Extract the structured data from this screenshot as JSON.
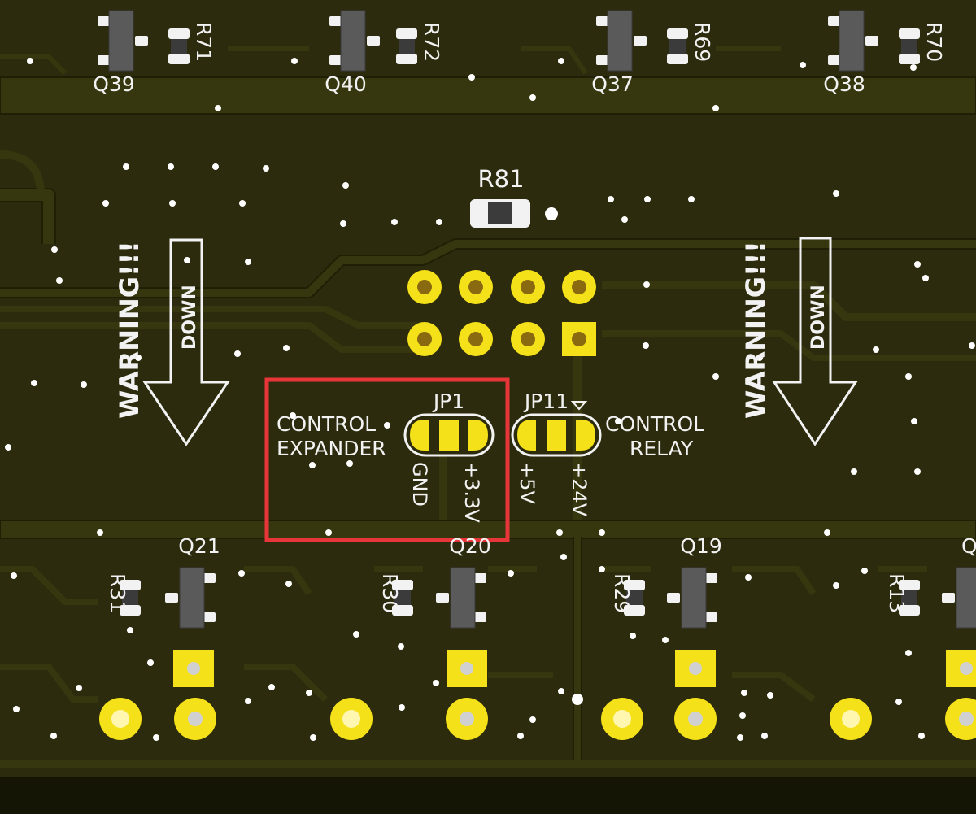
{
  "colors": {
    "board": "#2c2b0d",
    "trace": "#37370f",
    "trace_edge": "#1f1f06",
    "copper": "#f5e11a",
    "silk": "#f2f2f2",
    "highlight": "#e8353a",
    "ic_body": "#5a5a5a"
  },
  "transistors_top": [
    {
      "ref": "Q39",
      "res": "R71"
    },
    {
      "ref": "Q40",
      "res": "R72"
    },
    {
      "ref": "Q37",
      "res": "R69"
    },
    {
      "ref": "Q38",
      "res": "R70"
    }
  ],
  "transistors_bottom": [
    {
      "ref": "Q21",
      "res": "R31"
    },
    {
      "ref": "Q20",
      "res": "R30"
    },
    {
      "ref": "Q19",
      "res": "R29"
    },
    {
      "ref": "Q",
      "res": "R13"
    }
  ],
  "r81": "R81",
  "warnings": {
    "text": "WARNING!!!",
    "arrow": "DOWN"
  },
  "jp1": {
    "ref": "JP1",
    "label_line1": "CONTROL",
    "label_line2": "EXPANDER",
    "pin_left": "GND",
    "pin_right": "+3.3V"
  },
  "jp11": {
    "ref": "JP11",
    "label_line1": "CONTROL",
    "label_line2": "RELAY",
    "pin_left": "+5V",
    "pin_right": "+24V"
  }
}
